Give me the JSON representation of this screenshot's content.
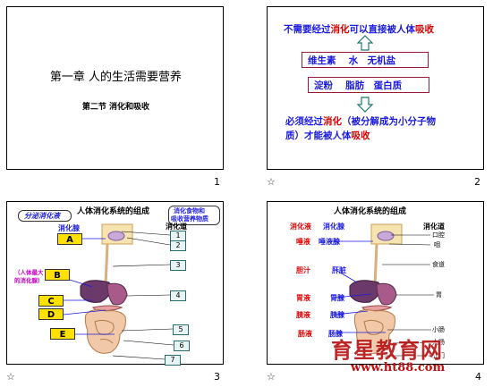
{
  "slide1": {
    "title": "第一章 人的生活需要营养",
    "subtitle": "第二节 消化和吸收",
    "page": "1"
  },
  "slide2": {
    "top_line_prefix": "不需要经过",
    "top_line_digest": "消化",
    "top_line_middle": "可以直接被人体",
    "top_line_absorb": "吸收",
    "box1": "维生素　 水　无机盐",
    "box2": "淀粉　 脂肪　蛋白质",
    "bottom_line_prefix": "必须经过",
    "bottom_line_digest": "消化",
    "bottom_line_middle": "（被分解成为小分子物",
    "bottom_line_second": "质）才能被人体",
    "bottom_line_absorb": "吸收",
    "page": "2",
    "star": "☆"
  },
  "slide3": {
    "title": "人体消化系统的组成",
    "tag_left": "分泌消化液",
    "tag_right_1": "消化食物和",
    "tag_right_2": "吸收营养物质",
    "label_gland": "消化腺",
    "label_tract": "消化道",
    "pancreas_note_1": "（人体最大",
    "pancreas_note_2": "的消化腺）",
    "letters": [
      "A",
      "B",
      "C",
      "D",
      "E"
    ],
    "numbers": [
      "1",
      "2",
      "3",
      "4",
      "5",
      "6",
      "7"
    ],
    "page": "3",
    "star": "☆"
  },
  "slide4": {
    "title": "人体消化系统的组成",
    "head_left": "消化液",
    "head_mid": "消化腺",
    "head_right": "消化道",
    "juices": [
      "唾液",
      "胆汁",
      "胃液",
      "胰液",
      "肠液"
    ],
    "glands": [
      "唾液腺",
      "肝脏",
      "胃腺",
      "胰腺",
      "肠腺"
    ],
    "tract": [
      "口腔",
      "咽",
      "食道",
      "胃",
      "小肠",
      "大肠",
      "肛门"
    ],
    "page": "4",
    "star": "☆"
  },
  "watermark": {
    "text_cn": "育星教育网",
    "url": "www.ht88.com"
  }
}
